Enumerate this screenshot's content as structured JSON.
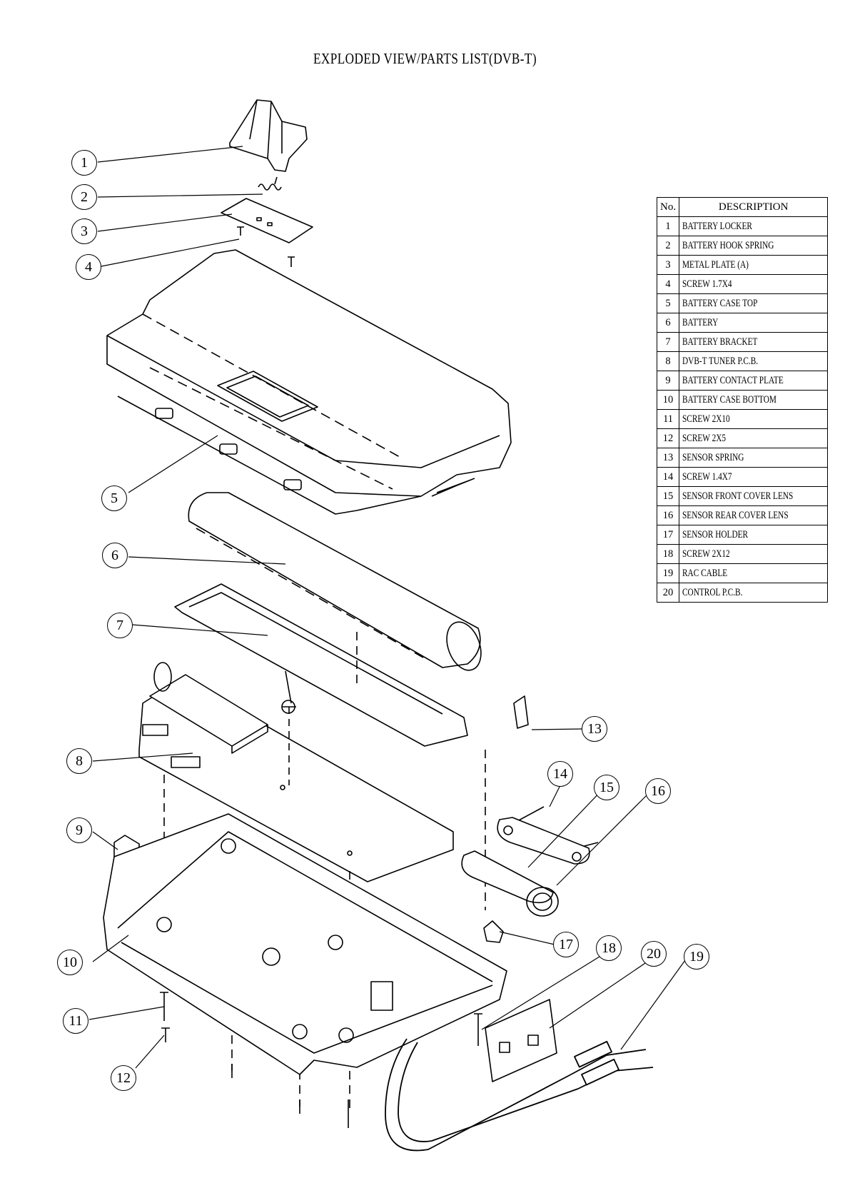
{
  "title": "EXPLODED VIEW/PARTS LIST(DVB-T)",
  "parts_table": {
    "header_no": "No.",
    "header_desc": "DESCRIPTION",
    "rows": [
      {
        "no": "1",
        "desc": "BATTERY LOCKER"
      },
      {
        "no": "2",
        "desc": "BATTERY HOOK SPRING"
      },
      {
        "no": "3",
        "desc": "METAL PLATE (A)"
      },
      {
        "no": "4",
        "desc": "SCREW 1.7X4"
      },
      {
        "no": "5",
        "desc": "BATTERY CASE TOP"
      },
      {
        "no": "6",
        "desc": "BATTERY"
      },
      {
        "no": "7",
        "desc": "BATTERY BRACKET"
      },
      {
        "no": "8",
        "desc": "DVB-T TUNER P.C.B."
      },
      {
        "no": "9",
        "desc": "BATTERY CONTACT PLATE"
      },
      {
        "no": "10",
        "desc": "BATTERY CASE BOTTOM"
      },
      {
        "no": "11",
        "desc": "SCREW 2X10"
      },
      {
        "no": "12",
        "desc": "SCREW 2X5"
      },
      {
        "no": "13",
        "desc": "SENSOR SPRING"
      },
      {
        "no": "14",
        "desc": "SCREW 1.4X7"
      },
      {
        "no": "15",
        "desc": "SENSOR FRONT COVER LENS"
      },
      {
        "no": "16",
        "desc": "SENSOR REAR COVER LENS"
      },
      {
        "no": "17",
        "desc": "SENSOR HOLDER"
      },
      {
        "no": "18",
        "desc": "SCREW 2X12"
      },
      {
        "no": "19",
        "desc": "RAC CABLE"
      },
      {
        "no": "20",
        "desc": "CONTROL P.C.B."
      }
    ]
  },
  "callouts": [
    "1",
    "2",
    "3",
    "4",
    "5",
    "6",
    "7",
    "8",
    "9",
    "10",
    "11",
    "12",
    "13",
    "14",
    "15",
    "16",
    "17",
    "18",
    "19",
    "20"
  ]
}
